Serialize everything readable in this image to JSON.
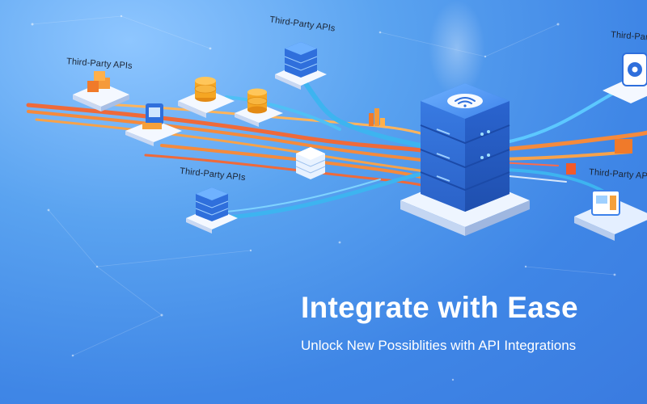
{
  "labels": {
    "api_1": "Third-Party APIs",
    "api_2": "Third-Party APIs",
    "api_3": "Third-Party APIs",
    "api_4": "Third-Party APIs",
    "api_5": "Third-Party APIs"
  },
  "hero": {
    "headline": "Integrate with Ease",
    "subline": "Unlock New Possiblities with API Integrations"
  },
  "colors": {
    "background": "#4a90e8",
    "stream_orange": "#f58a3c",
    "stream_blue": "#3db4f0",
    "server_blue": "#2f6fdc"
  }
}
